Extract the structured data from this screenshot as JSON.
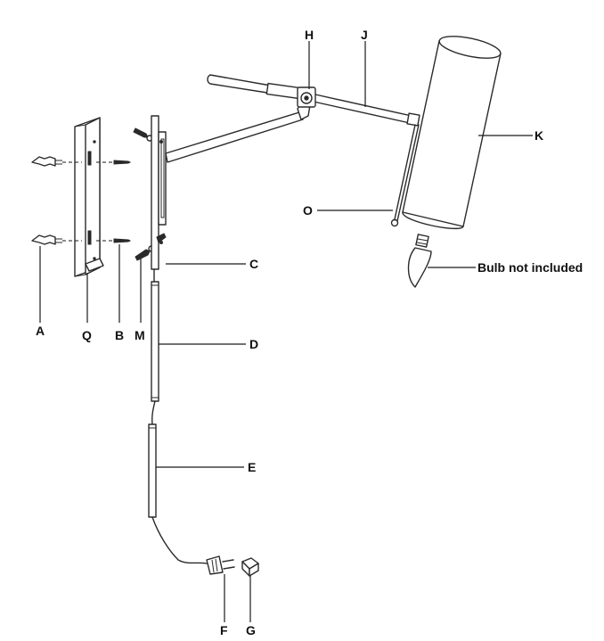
{
  "labels": {
    "H": "H",
    "J": "J",
    "K": "K",
    "O": "O",
    "C": "C",
    "D": "D",
    "E": "E",
    "A": "A",
    "Q": "Q",
    "B": "B",
    "M": "M",
    "F": "F",
    "G": "G"
  },
  "note": "Bulb not included"
}
